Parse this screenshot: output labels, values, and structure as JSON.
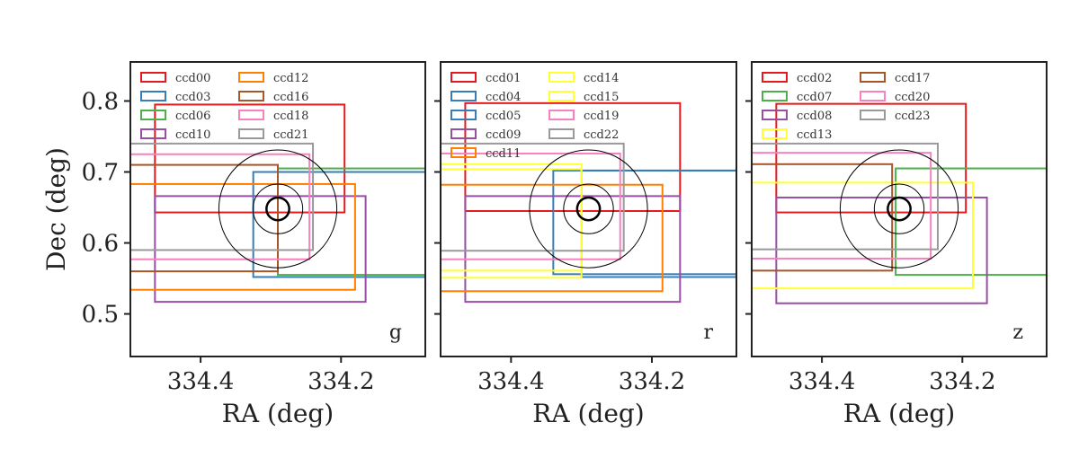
{
  "chart_data": [
    {
      "type": "scatter",
      "band": "g",
      "xlabel": "RA (deg)",
      "ylabel": "Dec (deg)",
      "xlim": [
        334.5,
        334.08
      ],
      "ylim": [
        0.44,
        0.855
      ],
      "xticks": [
        334.4,
        334.2
      ],
      "xtick_labels": [
        "334.4",
        "334.2"
      ],
      "yticks": [
        0.5,
        0.6,
        0.7,
        0.8
      ],
      "ytick_labels": [
        "0.5",
        "0.6",
        "0.7",
        "0.8"
      ],
      "legend": {
        "placement": "top-left",
        "columns": 2
      },
      "ccds": [
        {
          "name": "ccd00",
          "color": "#e41a1c",
          "ra": [
            334.195,
            334.465
          ],
          "dec": [
            0.643,
            0.795
          ]
        },
        {
          "name": "ccd03",
          "color": "#377eb8",
          "ra": [
            334.08,
            334.325
          ],
          "dec": [
            0.552,
            0.7
          ]
        },
        {
          "name": "ccd06",
          "color": "#4daf4a",
          "ra": [
            334.08,
            334.29
          ],
          "dec": [
            0.555,
            0.705
          ]
        },
        {
          "name": "ccd10",
          "color": "#984ea3",
          "ra": [
            334.165,
            334.465
          ],
          "dec": [
            0.517,
            0.666
          ]
        },
        {
          "name": "ccd12",
          "color": "#ff7f00",
          "ra": [
            334.18,
            334.5
          ],
          "dec": [
            0.534,
            0.683
          ]
        },
        {
          "name": "ccd16",
          "color": "#a65628",
          "ra": [
            334.29,
            334.5
          ],
          "dec": [
            0.56,
            0.71
          ]
        },
        {
          "name": "ccd18",
          "color": "#f781bf",
          "ra": [
            334.245,
            334.5
          ],
          "dec": [
            0.577,
            0.725
          ]
        },
        {
          "name": "ccd21",
          "color": "#999999",
          "ra": [
            334.24,
            334.5
          ],
          "dec": [
            0.59,
            0.74
          ]
        }
      ],
      "target": {
        "ra": 334.29,
        "dec": 0.648
      },
      "circle_radii_deg": [
        0.016,
        0.035,
        0.083
      ]
    },
    {
      "type": "scatter",
      "band": "r",
      "xlabel": "RA (deg)",
      "ylabel": "",
      "xlim": [
        334.5,
        334.08
      ],
      "ylim": [
        0.44,
        0.855
      ],
      "xticks": [
        334.4,
        334.2
      ],
      "xtick_labels": [
        "334.4",
        "334.2"
      ],
      "yticks": [
        0.5,
        0.6,
        0.7,
        0.8
      ],
      "ytick_labels": [],
      "legend": {
        "placement": "top-left",
        "columns": 2
      },
      "ccds": [
        {
          "name": "ccd01",
          "color": "#e41a1c",
          "ra": [
            334.16,
            334.465
          ],
          "dec": [
            0.645,
            0.797
          ]
        },
        {
          "name": "ccd04",
          "color": "#377eb8",
          "ra": [
            334.08,
            334.3
          ],
          "dec": [
            0.552,
            0.702
          ]
        },
        {
          "name": "ccd05",
          "color": "#377eb8",
          "ra": [
            334.08,
            334.34
          ],
          "dec": [
            0.556,
            0.702
          ]
        },
        {
          "name": "ccd09",
          "color": "#984ea3",
          "ra": [
            334.16,
            334.465
          ],
          "dec": [
            0.517,
            0.666
          ]
        },
        {
          "name": "ccd11",
          "color": "#ff7f00",
          "ra": [
            334.185,
            334.5
          ],
          "dec": [
            0.532,
            0.682
          ]
        },
        {
          "name": "ccd14",
          "color": "#ffff33",
          "ra": [
            334.3,
            334.5
          ],
          "dec": [
            0.561,
            0.711
          ]
        },
        {
          "name": "ccd15",
          "color": "#ffff33",
          "ra": [
            334.3,
            334.5
          ],
          "dec": [
            0.551,
            0.704
          ]
        },
        {
          "name": "ccd19",
          "color": "#f781bf",
          "ra": [
            334.245,
            334.5
          ],
          "dec": [
            0.577,
            0.726
          ]
        },
        {
          "name": "ccd22",
          "color": "#999999",
          "ra": [
            334.24,
            334.5
          ],
          "dec": [
            0.589,
            0.74
          ]
        }
      ],
      "target": {
        "ra": 334.29,
        "dec": 0.648
      },
      "circle_radii_deg": [
        0.016,
        0.035,
        0.083
      ]
    },
    {
      "type": "scatter",
      "band": "z",
      "xlabel": "RA (deg)",
      "ylabel": "",
      "xlim": [
        334.5,
        334.08
      ],
      "ylim": [
        0.44,
        0.855
      ],
      "xticks": [
        334.4,
        334.2
      ],
      "xtick_labels": [
        "334.4",
        "334.2"
      ],
      "yticks": [
        0.5,
        0.6,
        0.7,
        0.8
      ],
      "ytick_labels": [],
      "legend": {
        "placement": "top-left",
        "columns": 2
      },
      "ccds": [
        {
          "name": "ccd02",
          "color": "#e41a1c",
          "ra": [
            334.195,
            334.465
          ],
          "dec": [
            0.643,
            0.796
          ]
        },
        {
          "name": "ccd07",
          "color": "#4daf4a",
          "ra": [
            334.08,
            334.295
          ],
          "dec": [
            0.555,
            0.705
          ]
        },
        {
          "name": "ccd08",
          "color": "#984ea3",
          "ra": [
            334.165,
            334.465
          ],
          "dec": [
            0.515,
            0.664
          ]
        },
        {
          "name": "ccd13",
          "color": "#ffff33",
          "ra": [
            334.185,
            334.5
          ],
          "dec": [
            0.536,
            0.685
          ]
        },
        {
          "name": "ccd17",
          "color": "#a65628",
          "ra": [
            334.3,
            334.5
          ],
          "dec": [
            0.561,
            0.711
          ]
        },
        {
          "name": "ccd20",
          "color": "#f781bf",
          "ra": [
            334.245,
            334.5
          ],
          "dec": [
            0.578,
            0.727
          ]
        },
        {
          "name": "ccd23",
          "color": "#999999",
          "ra": [
            334.235,
            334.5
          ],
          "dec": [
            0.591,
            0.74
          ]
        }
      ],
      "target": {
        "ra": 334.29,
        "dec": 0.648
      },
      "circle_radii_deg": [
        0.016,
        0.035,
        0.083
      ]
    }
  ]
}
